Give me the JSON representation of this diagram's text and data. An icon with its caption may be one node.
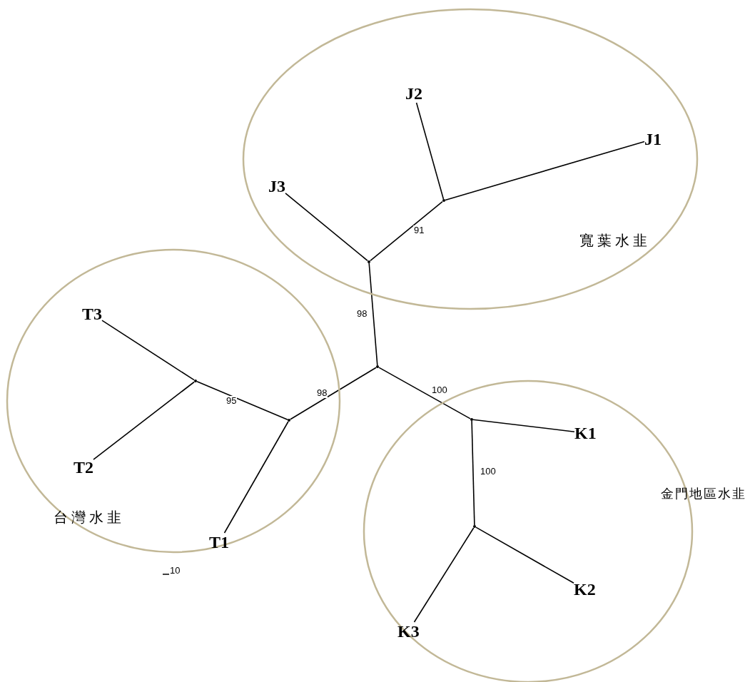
{
  "diagram": {
    "nodes": [
      {
        "text": [
          "寬葉水韭"
        ]
      },
      {
        "text": [
          "J2"
        ],
        "in": 0
      },
      {
        "text": [
          "J1"
        ],
        "in": 0
      },
      {
        "text": [
          "J3"
        ],
        "in": 0
      },
      {
        "text": [],
        "shape": "point",
        "in": 0
      },
      {
        "text": [],
        "shape": "point",
        "in": 0
      },
      {
        "text": [
          "台灣水韭"
        ]
      },
      {
        "text": [
          "T3"
        ],
        "in": 6
      },
      {
        "text": [],
        "shape": "point",
        "in": 6
      },
      {
        "text": [],
        "shape": "point",
        "in": 6
      },
      {
        "text": [
          "T2"
        ],
        "in": 6
      },
      {
        "text": [
          "T1"
        ],
        "in": 6
      },
      {
        "text": [],
        "shape": "point"
      },
      {
        "text": [
          "金門地區水韭"
        ]
      },
      {
        "text": [],
        "shape": "point",
        "in": 13
      },
      {
        "text": [
          "K1"
        ],
        "in": 13
      },
      {
        "text": [],
        "shape": "point",
        "in": 13
      },
      {
        "text": [
          "K2"
        ],
        "in": 13
      },
      {
        "text": [
          "K3"
        ],
        "in": 13
      }
    ],
    "edges": [
      {
        "from": 4,
        "to": 2,
        "arrow": "none"
      },
      {
        "from": 4,
        "to": 1,
        "arrow": "none"
      },
      {
        "from": 5,
        "to": 4,
        "arrow": "none",
        "label": "91"
      },
      {
        "from": 5,
        "to": 3,
        "arrow": "none"
      },
      {
        "from": 12,
        "to": 5,
        "arrow": "none",
        "label": "98"
      },
      {
        "from": 12,
        "to": 9,
        "arrow": "none",
        "label": "98"
      },
      {
        "from": 9,
        "to": 8,
        "arrow": "none",
        "label": "95"
      },
      {
        "from": 8,
        "to": 7,
        "arrow": "none"
      },
      {
        "from": 8,
        "to": 10,
        "arrow": "none"
      },
      {
        "from": 9,
        "to": 11,
        "arrow": "none"
      },
      {
        "from": 12,
        "to": 14,
        "arrow": "none",
        "label": "100"
      },
      {
        "from": 14,
        "to": 15,
        "arrow": "none"
      },
      {
        "from": 14,
        "to": 16,
        "arrow": "none",
        "label": "100"
      },
      {
        "from": 16,
        "to": 17,
        "arrow": "none"
      },
      {
        "from": 16,
        "to": 18,
        "arrow": "none"
      }
    ],
    "labels": [
      "10"
    ]
  }
}
